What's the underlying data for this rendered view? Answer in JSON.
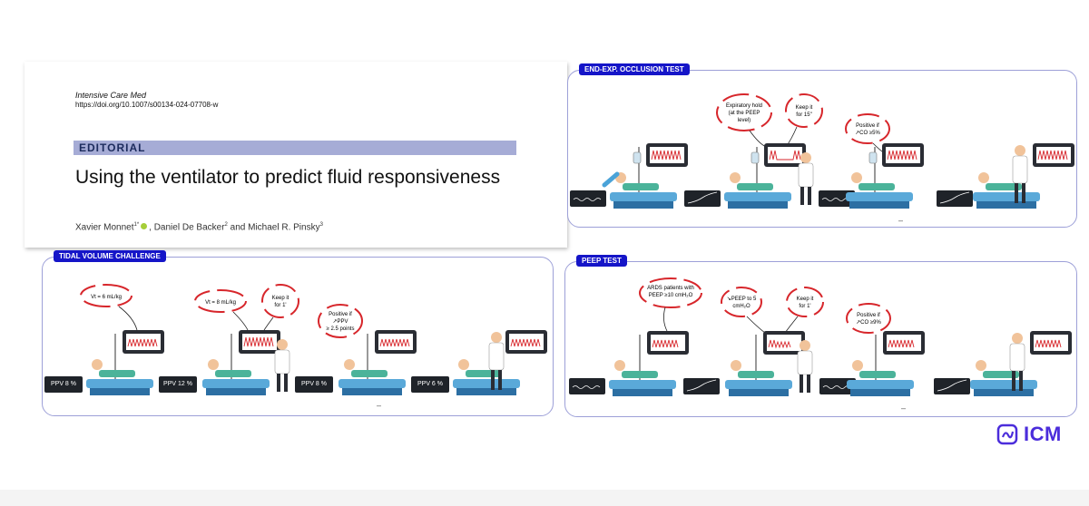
{
  "editorial": {
    "journal": "Intensive Care Med",
    "doi": "https://doi.org/10.1007/s00134-024-07708-w",
    "section": "EDITORIAL",
    "title": "Using the ventilator to predict fluid responsiveness",
    "authors": {
      "a1": "Xavier Monnet",
      "a1_sup": "1*",
      "a2": ", Daniel De Backer",
      "a2_sup": "2",
      "a3": " and Michael R. Pinsky",
      "a3_sup": "3"
    }
  },
  "panels": {
    "end_exp": {
      "tag": "END-EXP. OCCLUSION TEST",
      "bubbles": [
        "Expiratory hold (at the PEEP level)",
        "Keep it for 15\"",
        "Positive if ↗CO ≥5%"
      ],
      "dash": "–"
    },
    "tidal": {
      "tag": "TIDAL VOLUME CHALLENGE",
      "bubbles": [
        "Vt = 6 mL/kg",
        "Vt = 8 mL/kg",
        "Keep it for 1'",
        "Positive if ↗PPV ≥ 2.5 points"
      ],
      "ppv": [
        "PPV 8 %",
        "PPV 12 %",
        "PPV 8 %",
        "PPV 6 %"
      ],
      "dash": "–"
    },
    "peep": {
      "tag": "PEEP TEST",
      "bubbles": [
        "ARDS patients with PEEP ≥10 cmH₂O",
        "↘PEEP to 5 cmH₂O",
        "Keep it for 1'",
        "Positive if ↗CO ≥9%"
      ],
      "dash": "–"
    }
  },
  "logo": {
    "text": "ICM",
    "color": "#4b2ddb"
  },
  "colors": {
    "panel_border": "#9da0d8",
    "tag_bg": "#1515c8",
    "bubble": "#d7262b",
    "bed": "#5aa9d9",
    "editorial_bar": "#a6acd6"
  }
}
